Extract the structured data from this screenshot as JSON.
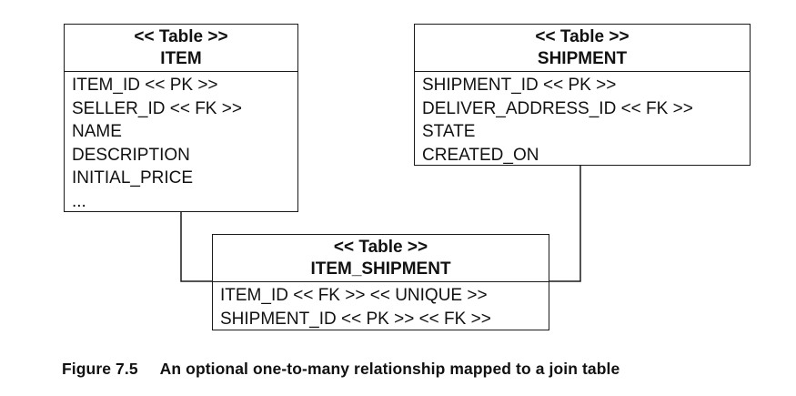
{
  "tables": [
    {
      "stereotype": "<< Table >>",
      "name": "ITEM",
      "columns": [
        "ITEM_ID << PK >>",
        "SELLER_ID << FK >>",
        "NAME",
        "DESCRIPTION",
        "INITIAL_PRICE",
        "..."
      ]
    },
    {
      "stereotype": "<< Table >>",
      "name": "SHIPMENT",
      "columns": [
        "SHIPMENT_ID << PK >>",
        "DELIVER_ADDRESS_ID << FK >>",
        "STATE",
        "CREATED_ON"
      ]
    },
    {
      "stereotype": "<< Table >>",
      "name": "ITEM_SHIPMENT",
      "columns": [
        "ITEM_ID << FK >> << UNIQUE >>",
        "SHIPMENT_ID << PK >> << FK >>"
      ]
    }
  ],
  "caption": {
    "number": "Figure 7.5",
    "text": "An optional one-to-many relationship mapped to a join table"
  }
}
